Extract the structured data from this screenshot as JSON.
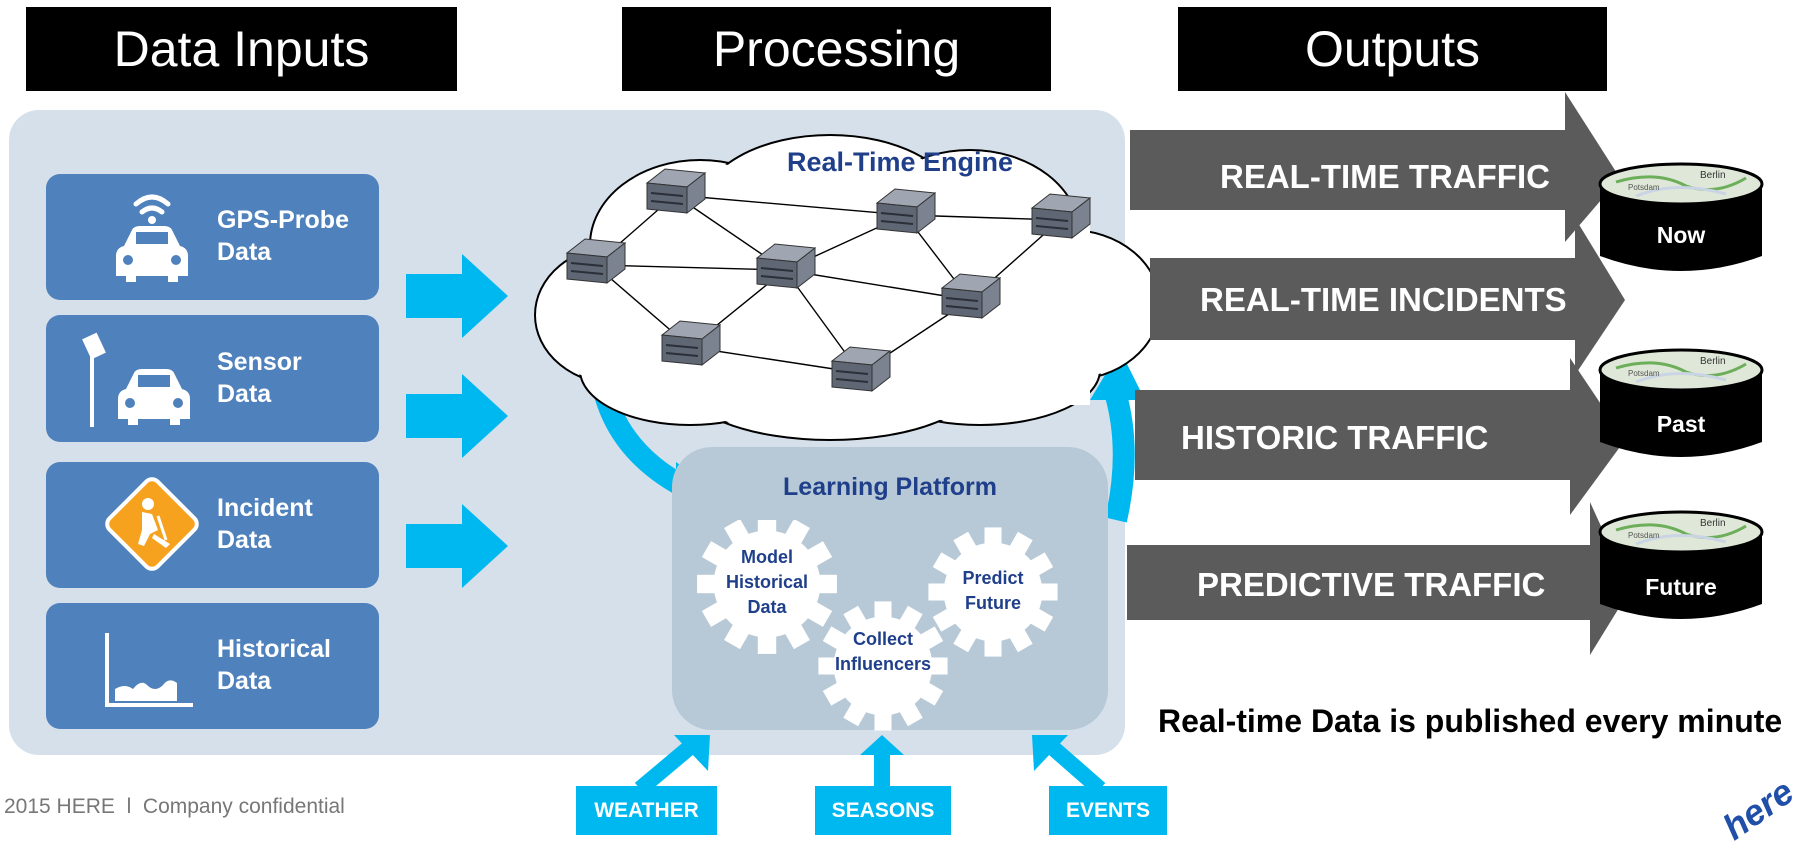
{
  "headers": {
    "inputs": "Data Inputs",
    "processing": "Processing",
    "outputs": "Outputs"
  },
  "inputs": [
    {
      "line1": "GPS-Probe",
      "line2": "Data",
      "icon": "gps-car-icon"
    },
    {
      "line1": "Sensor",
      "line2": "Data",
      "icon": "sensor-car-icon"
    },
    {
      "line1": "Incident",
      "line2": "Data",
      "icon": "roadwork-sign-icon"
    },
    {
      "line1": "Historical",
      "line2": "Data",
      "icon": "area-chart-icon"
    }
  ],
  "processing": {
    "engine_title": "Real-Time Engine",
    "learning_title": "Learning Platform",
    "gears": [
      {
        "line1": "Model",
        "line2": "Historical",
        "line3": "Data"
      },
      {
        "line1": "Collect",
        "line2": "Influencers"
      },
      {
        "line1": "Predict",
        "line2": "Future"
      }
    ]
  },
  "outputs": [
    "REAL-TIME TRAFFIC",
    "REAL-TIME INCIDENTS",
    "HISTORIC TRAFFIC",
    "PREDICTIVE TRAFFIC"
  ],
  "databases": [
    {
      "label": "Now",
      "map_text": "Berlin",
      "map_sub": "Potsdam"
    },
    {
      "label": "Past",
      "map_text": "Berlin",
      "map_sub": "Potsdam"
    },
    {
      "label": "Future",
      "map_text": "Berlin",
      "map_sub": "Potsdam"
    }
  ],
  "influencers": [
    "WEATHER",
    "SEASONS",
    "EVENTS"
  ],
  "publish_note": "Real-time Data is published every minute",
  "footer": "2015 HERE  l  Company confidential",
  "logo_text": "here",
  "colors": {
    "header_bg": "#000000",
    "panel_bg": "#d6e0ea",
    "card_bg": "#4f81bd",
    "accent_cyan": "#00b8f0",
    "learning_bg": "#b7c9d6",
    "output_arrow": "#5b5b5b",
    "title_blue": "#1f3f8a",
    "incident_orange": "#f6a21e"
  }
}
